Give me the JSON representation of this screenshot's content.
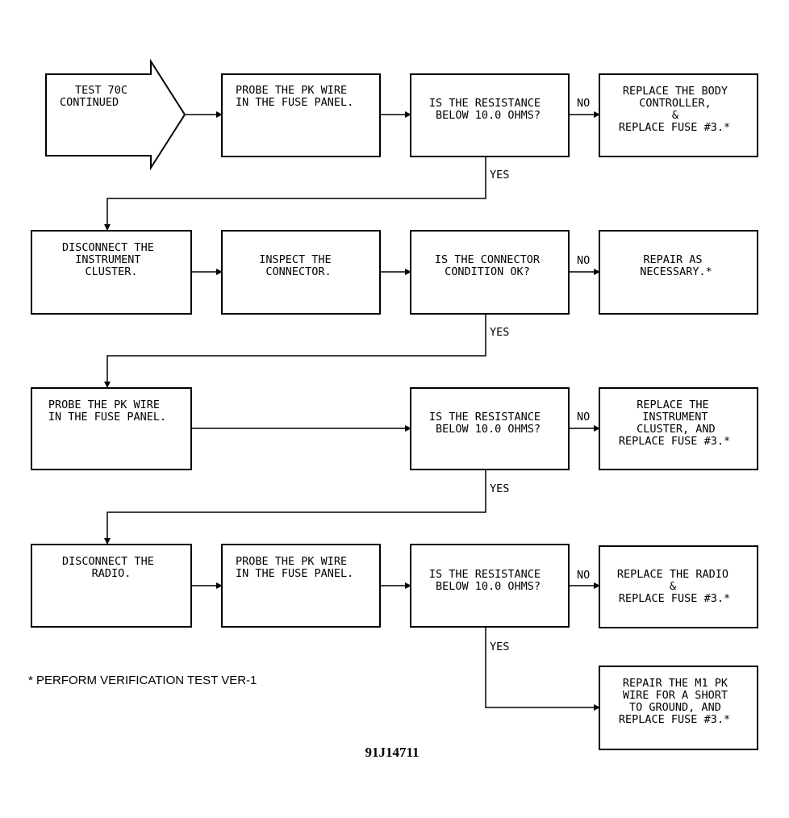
{
  "flowchart": {
    "start": {
      "lines": [
        "TEST 70C",
        "CONTINUED"
      ]
    },
    "row1": {
      "action": {
        "lines": [
          "PROBE THE PK WIRE",
          "IN THE FUSE PANEL."
        ]
      },
      "question": {
        "lines": [
          "IS THE RESISTANCE",
          "BELOW 10.0 OHMS?"
        ]
      },
      "no_result": {
        "lines": [
          "REPLACE THE BODY",
          "CONTROLLER,",
          "&",
          "REPLACE FUSE #3.*"
        ]
      }
    },
    "row2": {
      "action1": {
        "lines": [
          "DISCONNECT THE",
          "INSTRUMENT",
          "CLUSTER."
        ]
      },
      "action2": {
        "lines": [
          "INSPECT THE",
          "CONNECTOR."
        ]
      },
      "question": {
        "lines": [
          "IS THE CONNECTOR",
          "CONDITION OK?"
        ]
      },
      "no_result": {
        "lines": [
          "REPAIR AS",
          "NECESSARY.*"
        ]
      }
    },
    "row3": {
      "action": {
        "lines": [
          "PROBE THE PK WIRE",
          "IN THE FUSE PANEL."
        ]
      },
      "question": {
        "lines": [
          "IS THE RESISTANCE",
          "BELOW 10.0 OHMS?"
        ]
      },
      "no_result": {
        "lines": [
          "REPLACE THE",
          "INSTRUMENT",
          "CLUSTER, AND",
          "REPLACE FUSE #3.*"
        ]
      }
    },
    "row4": {
      "action1": {
        "lines": [
          "DISCONNECT THE",
          "RADIO."
        ]
      },
      "action2": {
        "lines": [
          "PROBE THE PK WIRE",
          "IN THE FUSE PANEL."
        ]
      },
      "question": {
        "lines": [
          "IS THE RESISTANCE",
          "BELOW 10.0 OHMS?"
        ]
      },
      "no_result": {
        "lines": [
          "REPLACE THE RADIO",
          "&",
          "REPLACE FUSE #3.*"
        ]
      },
      "yes_result": {
        "lines": [
          "REPAIR THE M1 PK",
          "WIRE FOR A SHORT",
          "TO GROUND, AND",
          "REPLACE FUSE #3.*"
        ]
      }
    },
    "labels": {
      "yes": "YES",
      "no": "NO"
    }
  },
  "footnote": "* PERFORM VERIFICATION TEST VER-1",
  "figure_id": "91J14711"
}
